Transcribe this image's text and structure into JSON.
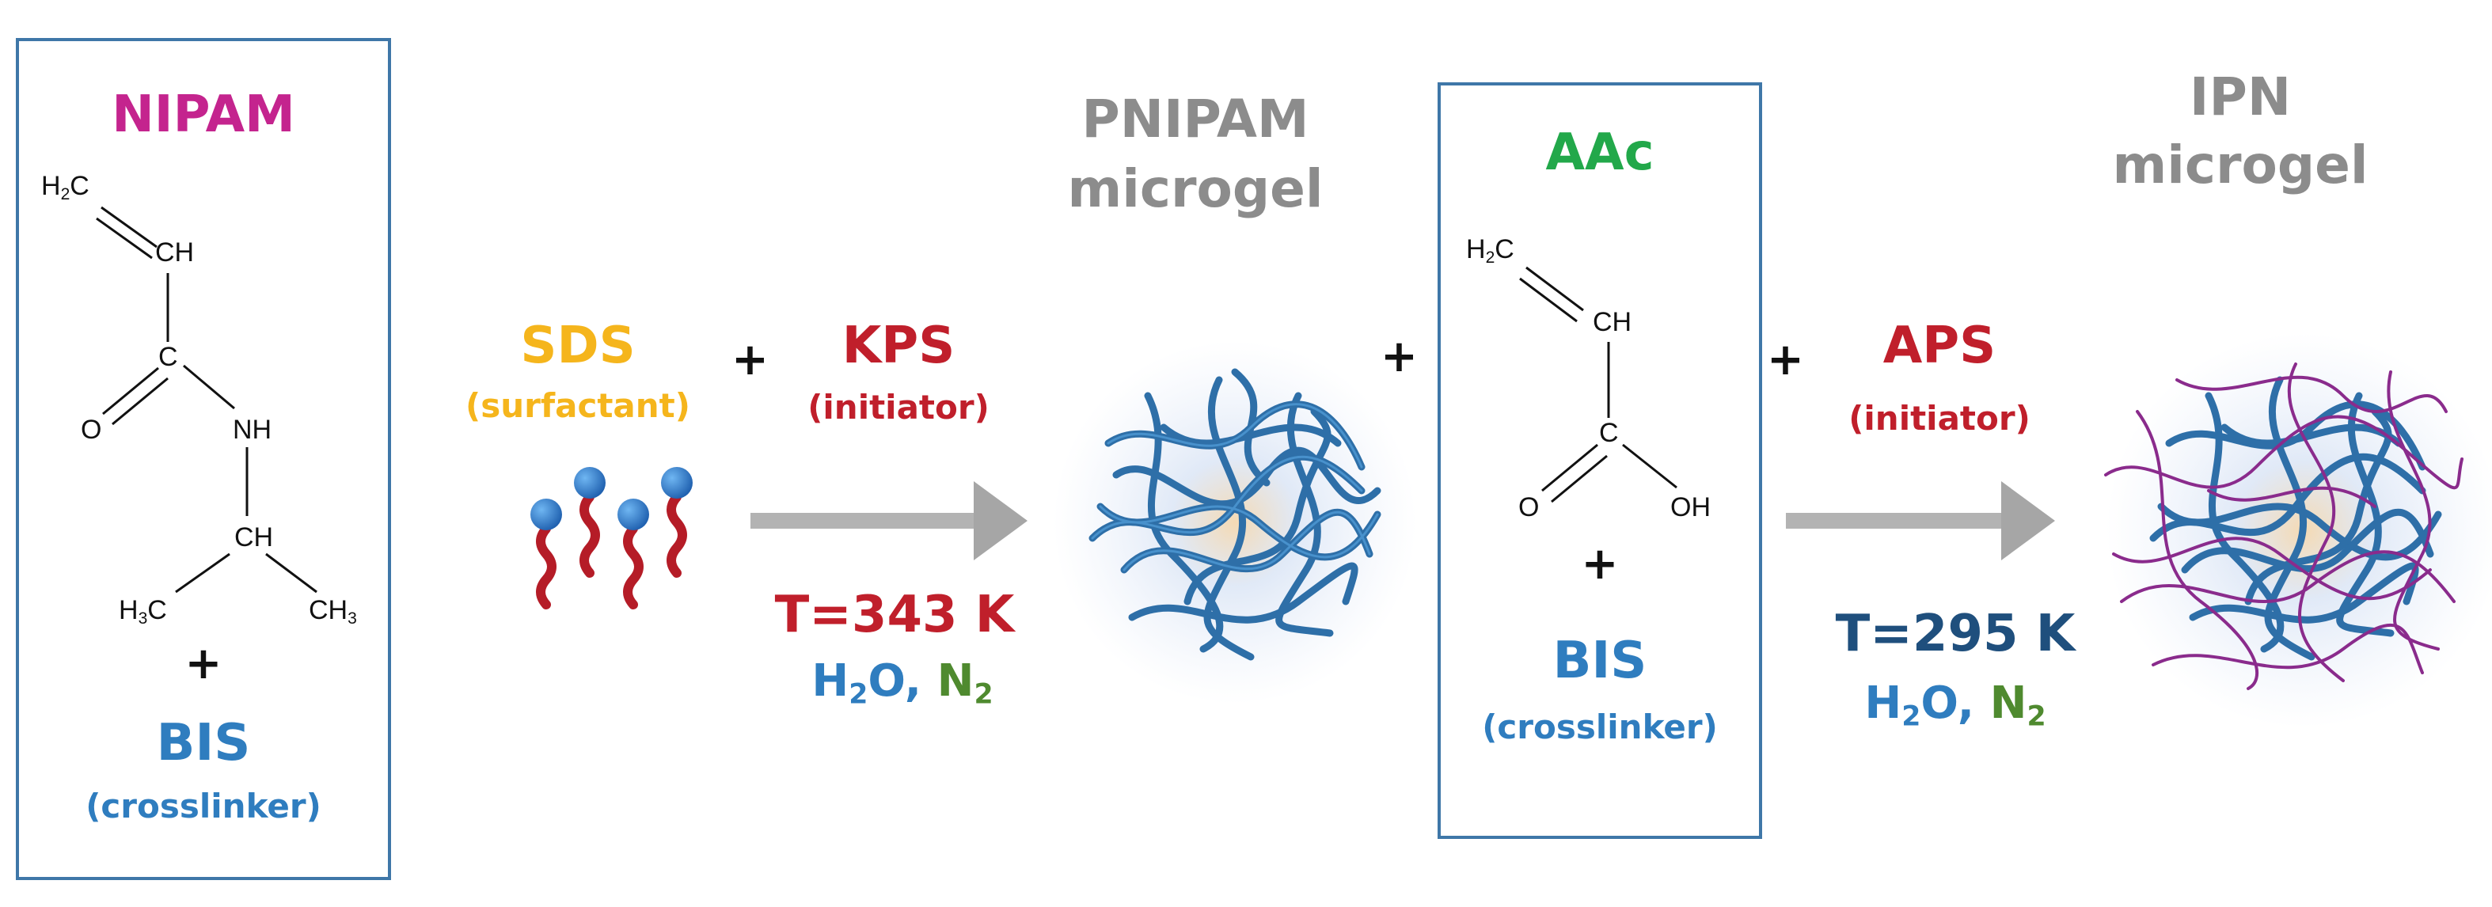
{
  "colors": {
    "nipam": "#c4248e",
    "bis": "#2f7dbf",
    "sds": "#f5b51c",
    "initiator": "#c01f2b",
    "aac": "#22a84a",
    "product": "#8c8c8c",
    "temp_blue": "#1f4f7d",
    "nitrogen": "#4f8a2f",
    "box_border": "#3f77a8",
    "arrow": "#a6a6a6",
    "microgel_blue": "#2e6fa8",
    "ipn_purple": "#8a2b8c"
  },
  "nipam_box": {
    "title": "NIPAM",
    "atoms": {
      "h2c": "H",
      "h2c_sub": "2",
      "h2c_c": "C",
      "ch": "CH",
      "c": "C",
      "o": "O",
      "nh": "NH",
      "ch2": "CH",
      "h3c_left": "H",
      "h3c_left_sub": "3",
      "h3c_left_c": "C",
      "ch3_right": "CH",
      "ch3_right_sub": "3"
    },
    "plus": "+",
    "crosslinker_name": "BIS",
    "crosslinker_role": "(crosslinker)"
  },
  "stage1": {
    "surfactant_name": "SDS",
    "surfactant_role": "(surfactant)",
    "plus": "+",
    "initiator_name": "KPS",
    "initiator_role": "(initiator)",
    "temperature": "T=343 K",
    "solvent_h": "H",
    "solvent_h_sub": "2",
    "solvent_o": "O,",
    "gas_n": "N",
    "gas_n_sub": "2"
  },
  "pnipam": {
    "line1": "PNIPAM",
    "line2": "microgel"
  },
  "plus_between": "+",
  "aac_box": {
    "title": "AAc",
    "atoms": {
      "h2c": "H",
      "h2c_sub": "2",
      "h2c_c": "C",
      "ch": "CH",
      "c": "C",
      "o": "O",
      "oh": "OH"
    },
    "plus": "+",
    "crosslinker_name": "BIS",
    "crosslinker_role": "(crosslinker)"
  },
  "stage2": {
    "plus": "+",
    "initiator_name": "APS",
    "initiator_role": "(initiator)",
    "temperature": "T=295 K",
    "solvent_h": "H",
    "solvent_h_sub": "2",
    "solvent_o": "O,",
    "gas_n": "N",
    "gas_n_sub": "2"
  },
  "ipn": {
    "line1": "IPN",
    "line2": "microgel"
  },
  "icons": [
    "surfactant-molecules-icon",
    "reaction-arrow-icon",
    "pnipam-microgel-icon",
    "ipn-microgel-icon"
  ]
}
